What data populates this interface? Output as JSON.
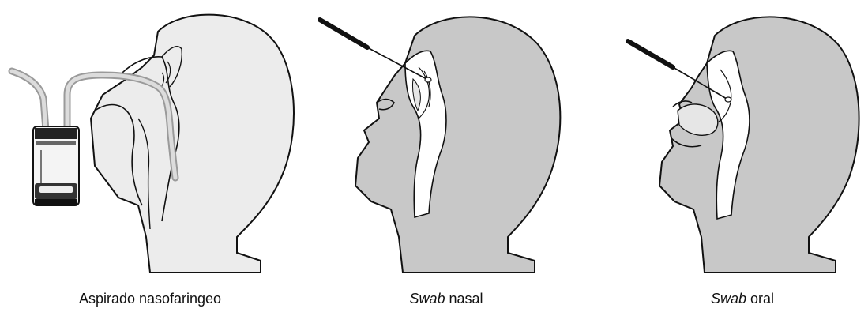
{
  "captions": {
    "aspirate": "Aspirado nasofaringeo",
    "nasal_italic": "Swab",
    "nasal_rest": " nasal",
    "oral_italic": "Swab",
    "oral_rest": " oral"
  },
  "colors": {
    "head_light": "#ececec",
    "head_dark": "#c8c8c8",
    "outline": "#111111",
    "tube": "#bdbdbd"
  }
}
